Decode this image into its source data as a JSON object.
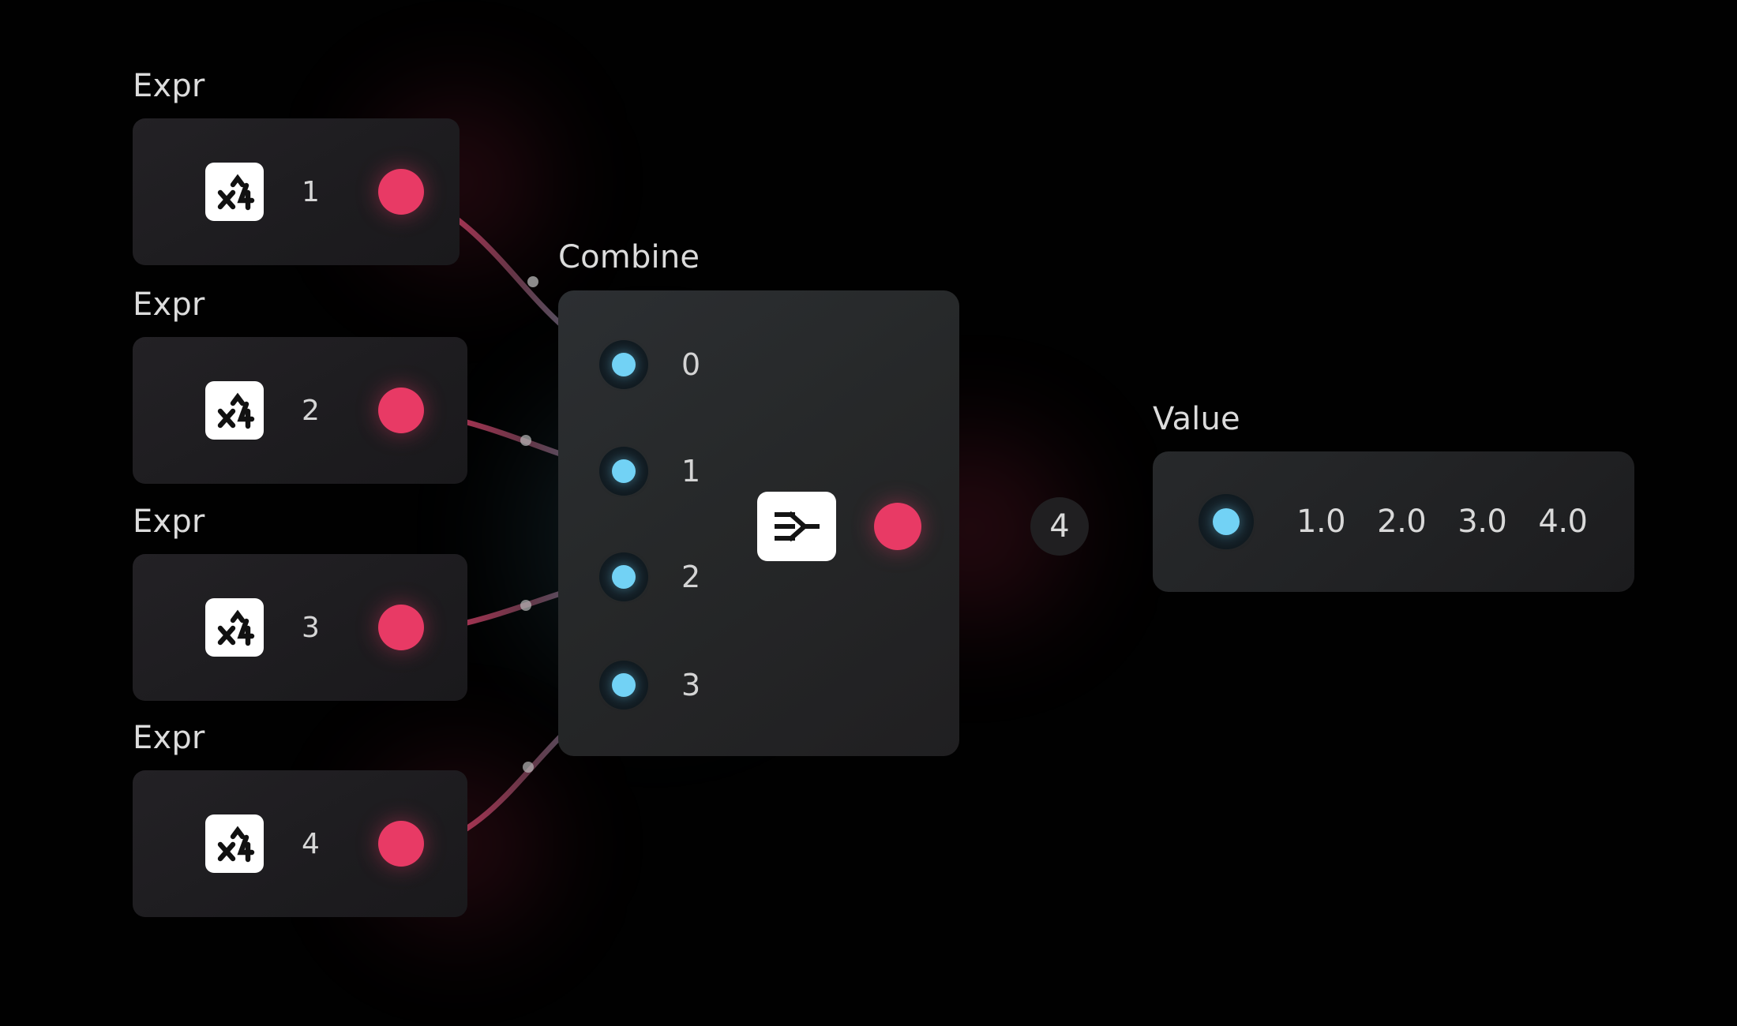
{
  "canvas": {
    "background_color": "#010101",
    "accent_output_color": "#E83A65",
    "accent_input_color": "#72D2F5",
    "node_card_color": "#1F1E21",
    "panel_card_color": "#26282B",
    "port_well_color": "#111A20",
    "text_color": "#D9D9D9"
  },
  "nodes": {
    "expr": [
      {
        "label": "Expr",
        "icon": "x-power-4-icon",
        "icon_text": "x^4",
        "index": "1",
        "output_port": "output-port"
      },
      {
        "label": "Expr",
        "icon": "x-power-4-icon",
        "icon_text": "x^4",
        "index": "2",
        "output_port": "output-port"
      },
      {
        "label": "Expr",
        "icon": "x-power-4-icon",
        "icon_text": "x^4",
        "index": "3",
        "output_port": "output-port"
      },
      {
        "label": "Expr",
        "icon": "x-power-4-icon",
        "icon_text": "x^4",
        "index": "4",
        "output_port": "output-port"
      }
    ],
    "combine": {
      "label": "Combine",
      "icon": "merge-arrow-icon",
      "inputs": [
        {
          "index": "0"
        },
        {
          "index": "1"
        },
        {
          "index": "2"
        },
        {
          "index": "3"
        }
      ]
    },
    "value": {
      "label": "Value",
      "values": [
        "1.0",
        "2.0",
        "3.0",
        "4.0"
      ]
    }
  },
  "edges": {
    "combine_to_value_label": "4"
  }
}
